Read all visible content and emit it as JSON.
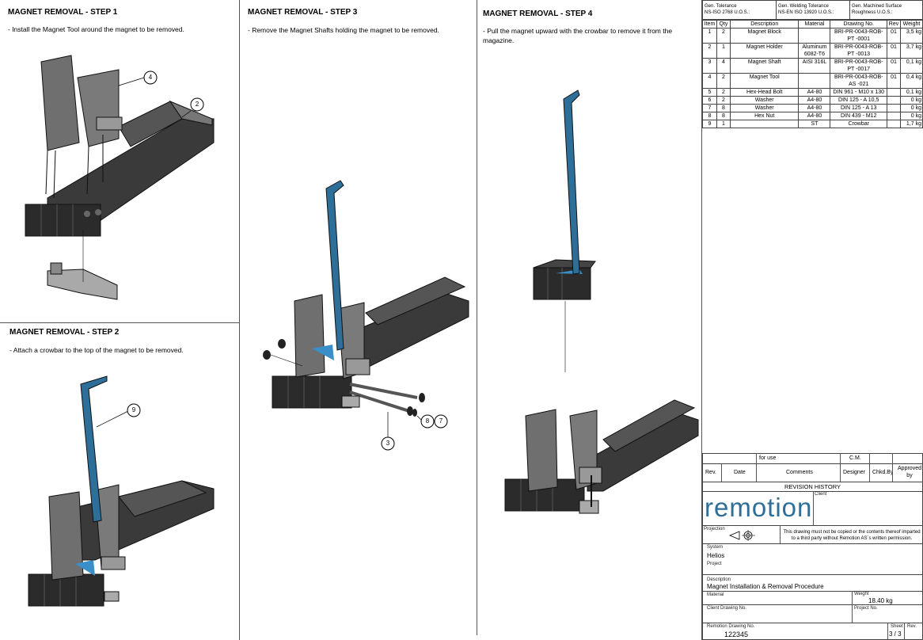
{
  "steps": {
    "step1": {
      "title": "MAGNET REMOVAL - STEP 1",
      "text": "- Install the Magnet Tool around the magnet to be removed."
    },
    "step2": {
      "title": "MAGNET REMOVAL - STEP 2",
      "text": "- Attach a crowbar to the top of the magnet to be removed."
    },
    "step3": {
      "title": "MAGNET REMOVAL - STEP 3",
      "text": "- Remove the Magnet Shafts holding the magnet to be removed."
    },
    "step4": {
      "title": "MAGNET REMOVAL - STEP 4",
      "text": "- Pull the magnet upward with the crowbar to remove it from the magazine."
    }
  },
  "callouts": {
    "c4": "4",
    "c2": "2",
    "c9": "9",
    "c8": "8",
    "c7": "7",
    "c3": "3"
  },
  "tolerances": [
    {
      "label": "Gen. Tolerance",
      "value": "NS-ISO 2768 U.O.S.:"
    },
    {
      "label": "Gen. Welding Tolerance",
      "value": "NS-EN ISO 13920 U.O.S.:"
    },
    {
      "label": "Gen. Machined Surface",
      "value": "Roughness U.O.S.:"
    }
  ],
  "bom": {
    "headers": [
      "Item",
      "Qty",
      "Description",
      "Material",
      "Drawing No.",
      "Rev",
      "Weight"
    ],
    "rows": [
      [
        "1",
        "2",
        "Magnet Block",
        "",
        "BRI-PR-0043-ROB-PT -0001",
        "01",
        "3,5 kg"
      ],
      [
        "2",
        "1",
        "Magnet Holder",
        "Aluminum 6082-T6",
        "BRI-PR-0043-ROB-PT -0013",
        "01",
        "3,7 kg"
      ],
      [
        "3",
        "4",
        "Magnet Shaft",
        "AISI 316L",
        "BRI-PR-0043-ROB-PT -0017",
        "01",
        "0,1 kg"
      ],
      [
        "4",
        "2",
        "Magnet Tool",
        "",
        "BRI-PR-0043-ROB-AS -021",
        "01",
        "0,4 kg"
      ],
      [
        "5",
        "2",
        "Hex-Head Bolt",
        "A4-80",
        "DIN 961 - M10 x 130",
        "",
        "0,1 kg"
      ],
      [
        "6",
        "2",
        "Washer",
        "A4-80",
        "DIN 125 - A 10,5",
        "",
        "0 kg"
      ],
      [
        "7",
        "8",
        "Washer",
        "A4-80",
        "DIN 125 - A 13",
        "",
        "0 kg"
      ],
      [
        "8",
        "8",
        "Hex Nut",
        "A4-80",
        "DIN 439 - M12",
        "",
        "0 kg"
      ],
      [
        "9",
        "1",
        "",
        "ST",
        "Crowbar",
        "",
        "1,7 kg"
      ]
    ]
  },
  "revision": {
    "for_use": "for use",
    "cm": "C.M.",
    "headers": {
      "rev": "Rev.",
      "date": "Date",
      "comments": "Comments",
      "designer": "Designer",
      "chkd": "Chkd.By",
      "approved": "Approved by"
    },
    "title": "REVISION HISTORY"
  },
  "title_block": {
    "client_label": "Client",
    "logo_text": "remotion",
    "projection_label": "Projection",
    "copyright": "This drawing must not be copied or the contents thereof imparted to a third party without Remotion AS´s written permission.",
    "system_label": "System",
    "system": "Helios",
    "project_label": "Project",
    "project": "",
    "description_label": "Description",
    "description": "Magnet Installation & Removal Procedure",
    "material_label": "Material",
    "weight_label": "Weight",
    "weight": "18.40 kg",
    "client_drawing_label": "Client Drawing No.",
    "project_no_label": "Project No.",
    "remotion_drawing_label": "Remotion Drawing No.",
    "remotion_drawing": "122345",
    "sheet_label": "Sheet",
    "sheet": "3 / 3",
    "rev_label": "Rev."
  },
  "colors": {
    "part_dark": "#2b2b2b",
    "part_mid": "#6f6f6f",
    "part_light": "#a9a9a9",
    "crowbar": "#2e6f99",
    "accent_blue": "#3a8fc8"
  }
}
